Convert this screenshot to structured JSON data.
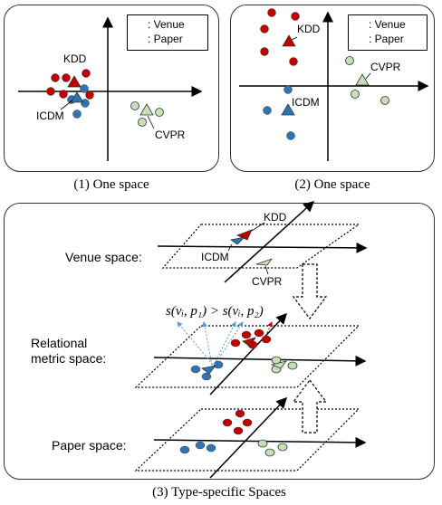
{
  "panels": {
    "one": {
      "caption": "(1)  One space",
      "legend": {
        "venue": ": Venue",
        "paper": ": Paper"
      },
      "labels": {
        "kdd": "KDD",
        "icdm": "ICDM",
        "cvpr": "CVPR"
      }
    },
    "two": {
      "caption": "(2)  One space",
      "legend": {
        "venue": ": Venue",
        "paper": ": Paper"
      },
      "labels": {
        "kdd": "KDD",
        "icdm": "ICDM",
        "cvpr": "CVPR"
      }
    },
    "three": {
      "caption": "(3)  Type-specific Spaces",
      "venue_space": "Venue space:",
      "relational_space": "Relational\nmetric space:",
      "paper_space": "Paper space:",
      "formula": "s(vᵢ, p₁) > s(vᵢ, p₂)",
      "labels": {
        "kdd": "KDD",
        "icdm": "ICDM",
        "cvpr": "CVPR"
      }
    }
  },
  "colors": {
    "red": "#c00000",
    "blue": "#2e75b6",
    "green": "#c5e0b4",
    "arrow_blue": "#5b9bd5"
  }
}
